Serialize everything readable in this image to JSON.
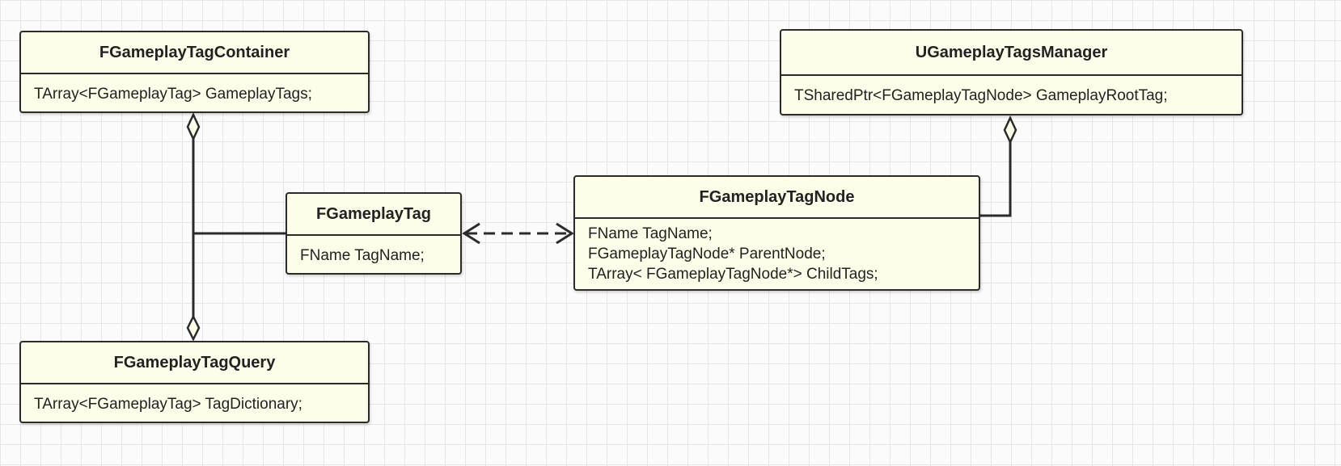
{
  "diagram": {
    "classes": {
      "container": {
        "name": "FGameplayTagContainer",
        "members": [
          "TArray<FGameplayTag> GameplayTags;"
        ]
      },
      "query": {
        "name": "FGameplayTagQuery",
        "members": [
          "TArray<FGameplayTag> TagDictionary;"
        ]
      },
      "tag": {
        "name": "FGameplayTag",
        "members": [
          "FName TagName;"
        ]
      },
      "manager": {
        "name": "UGameplayTagsManager",
        "members": [
          "TSharedPtr<FGameplayTagNode> GameplayRootTag;"
        ]
      },
      "node": {
        "name": "FGameplayTagNode",
        "members": [
          "FName TagName;",
          "FGameplayTagNode* ParentNode;",
          "TArray< FGameplayTagNode*> ChildTags;"
        ]
      }
    },
    "relations": [
      {
        "from": "container",
        "to": "tag",
        "kind": "aggregation"
      },
      {
        "from": "query",
        "to": "tag",
        "kind": "aggregation"
      },
      {
        "from": "manager",
        "to": "node",
        "kind": "aggregation"
      },
      {
        "from": "tag",
        "to": "node",
        "kind": "dependency-bidirectional"
      }
    ],
    "colors": {
      "box_fill": "#fdfde9",
      "stroke": "#2b2b2b",
      "grid": "#e6e6e6",
      "background": "#fbfbfb"
    }
  }
}
